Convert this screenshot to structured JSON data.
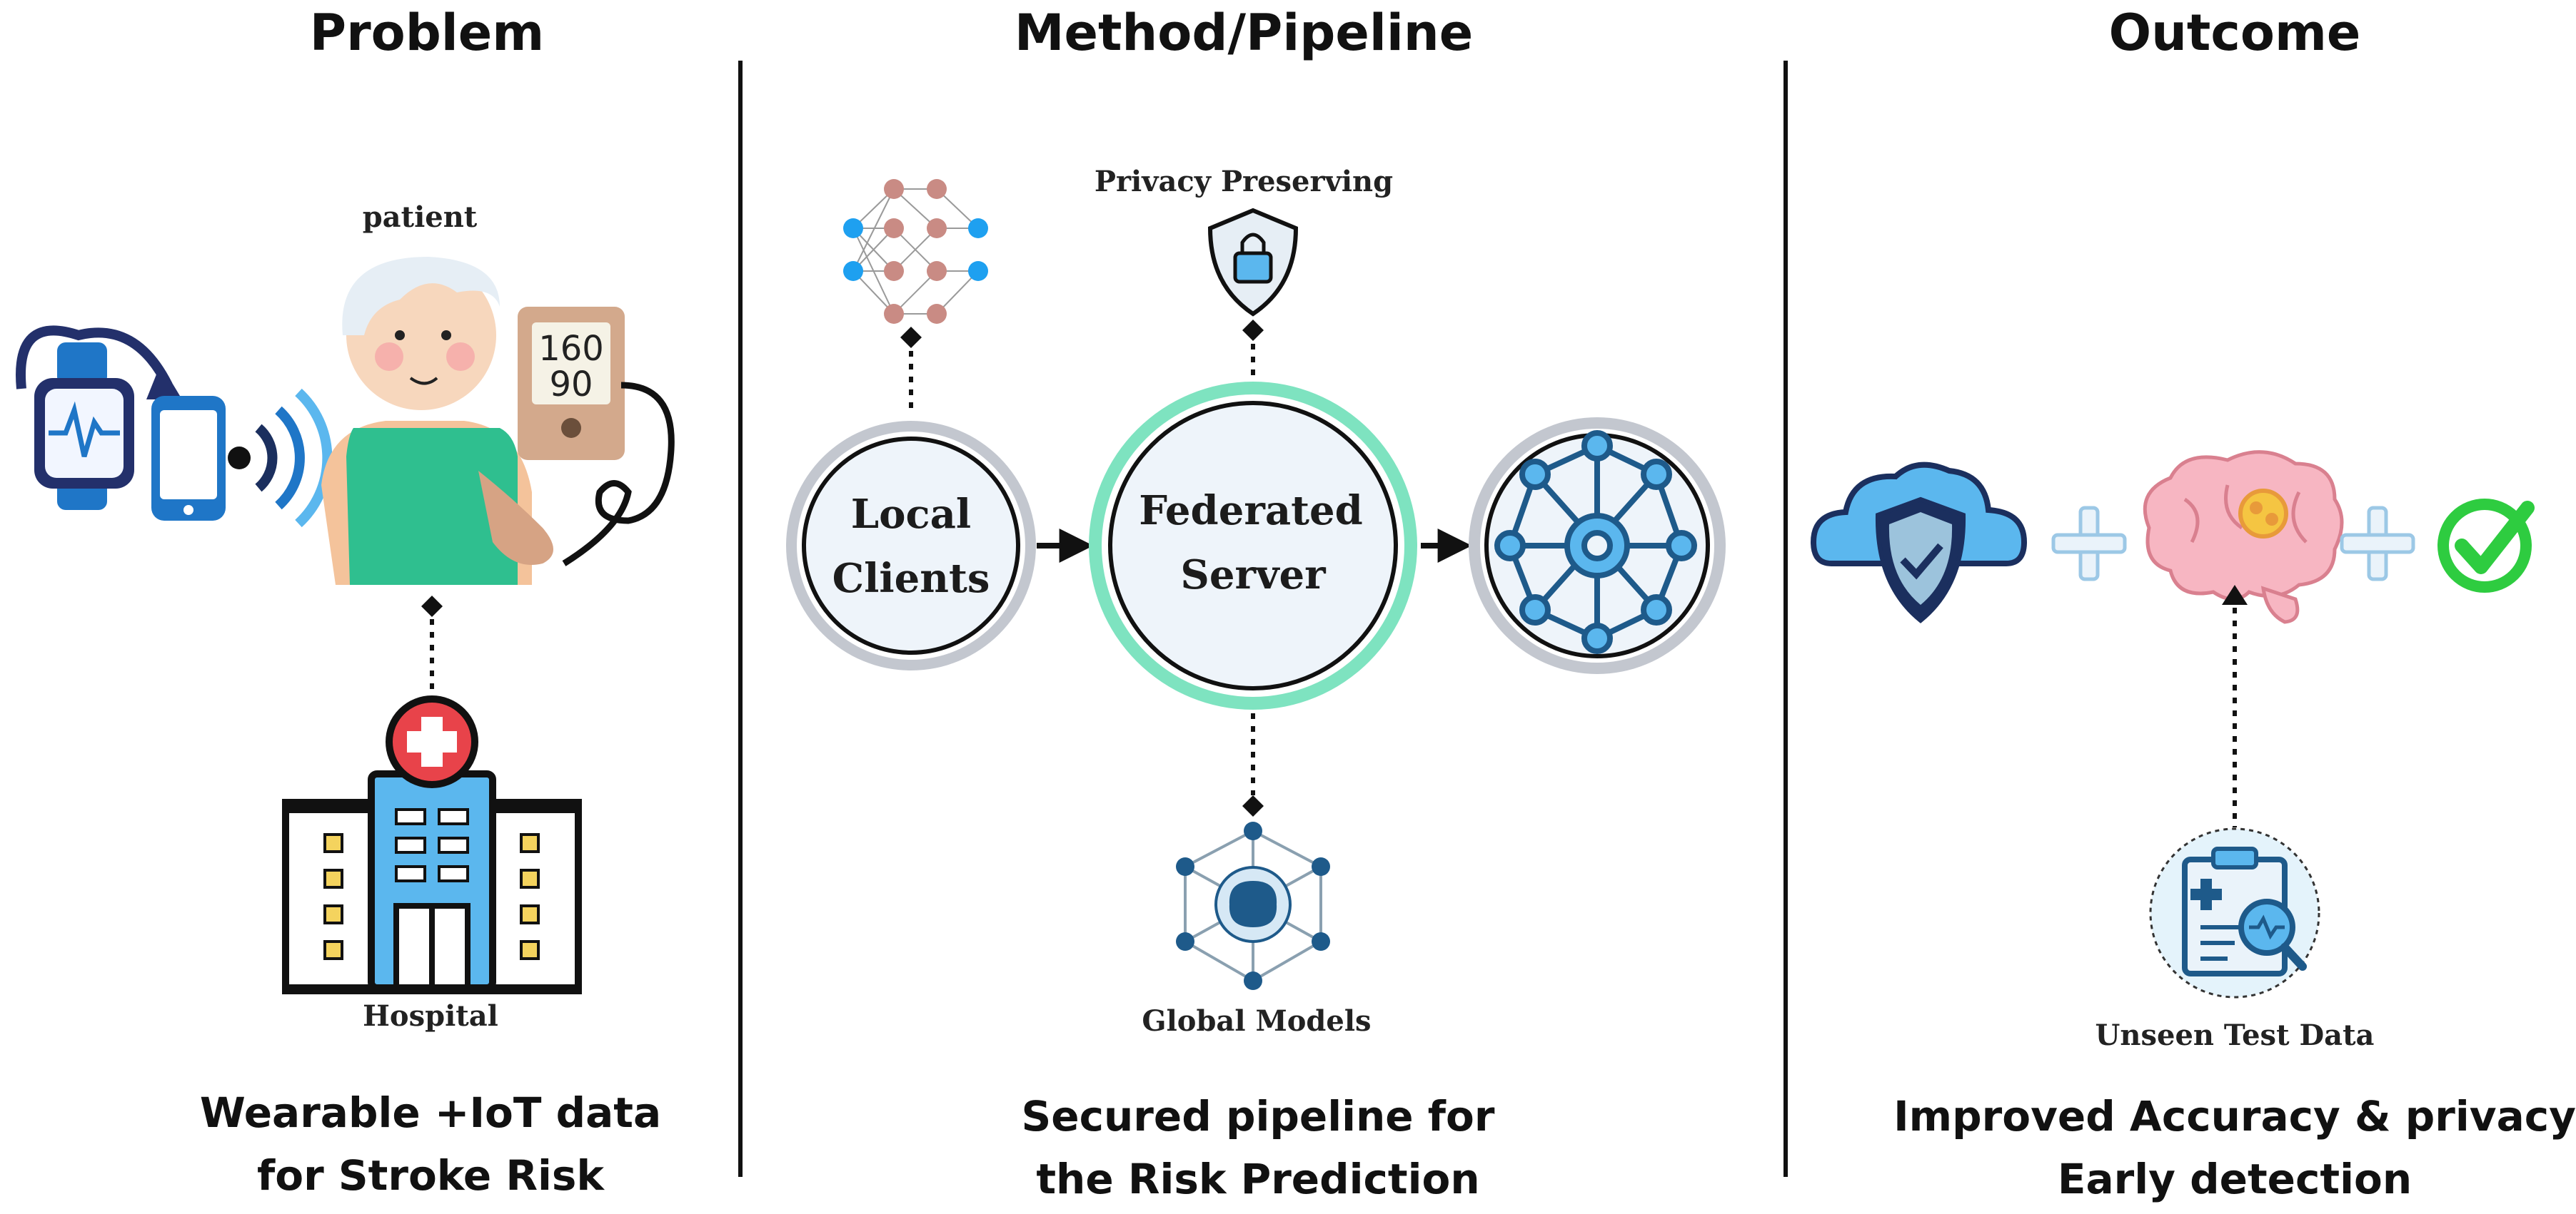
{
  "sections": {
    "problem": {
      "heading": "Problem",
      "patient_label": "patient",
      "bp_values": [
        "160",
        "90"
      ],
      "hospital_label": "Hospital",
      "caption_lines": [
        "Wearable +IoT data",
        "for Stroke Risk"
      ]
    },
    "method": {
      "heading": "Method/Pipeline",
      "privacy_label": "Privacy Preserving",
      "local_clients_lines": [
        "Local",
        "Clients"
      ],
      "federated_server_lines": [
        "Federated",
        "Server"
      ],
      "global_models_label": "Global Models",
      "caption_lines": [
        "Secured pipeline for",
        "the Risk Prediction"
      ]
    },
    "outcome": {
      "heading": "Outcome",
      "unseen_label": "Unseen Test Data",
      "caption_lines": [
        "Improved Accuracy & privacy",
        "Early detection"
      ]
    }
  },
  "colors": {
    "divider": "#111111",
    "server_ring": "#7ee3c0",
    "client_ring": "#c3c7cf",
    "node_fill": "#eef4fa",
    "network_blue": "#1e5a8a",
    "check_green": "#2ecc40",
    "hospital_blue": "#5bb7ee",
    "cross_red": "#e8434a",
    "brain_pink": "#f7b6c2"
  },
  "icons": [
    "smartwatch-icon",
    "phone-icon",
    "wifi-signal-icon",
    "patient-icon",
    "blood-pressure-monitor-icon",
    "hospital-icon",
    "neural-network-icon",
    "shield-lock-icon",
    "network-gear-icon",
    "brain-network-icon",
    "cloud-shield-icon",
    "brain-icon",
    "check-icon",
    "clipboard-report-icon",
    "plus-icon"
  ]
}
